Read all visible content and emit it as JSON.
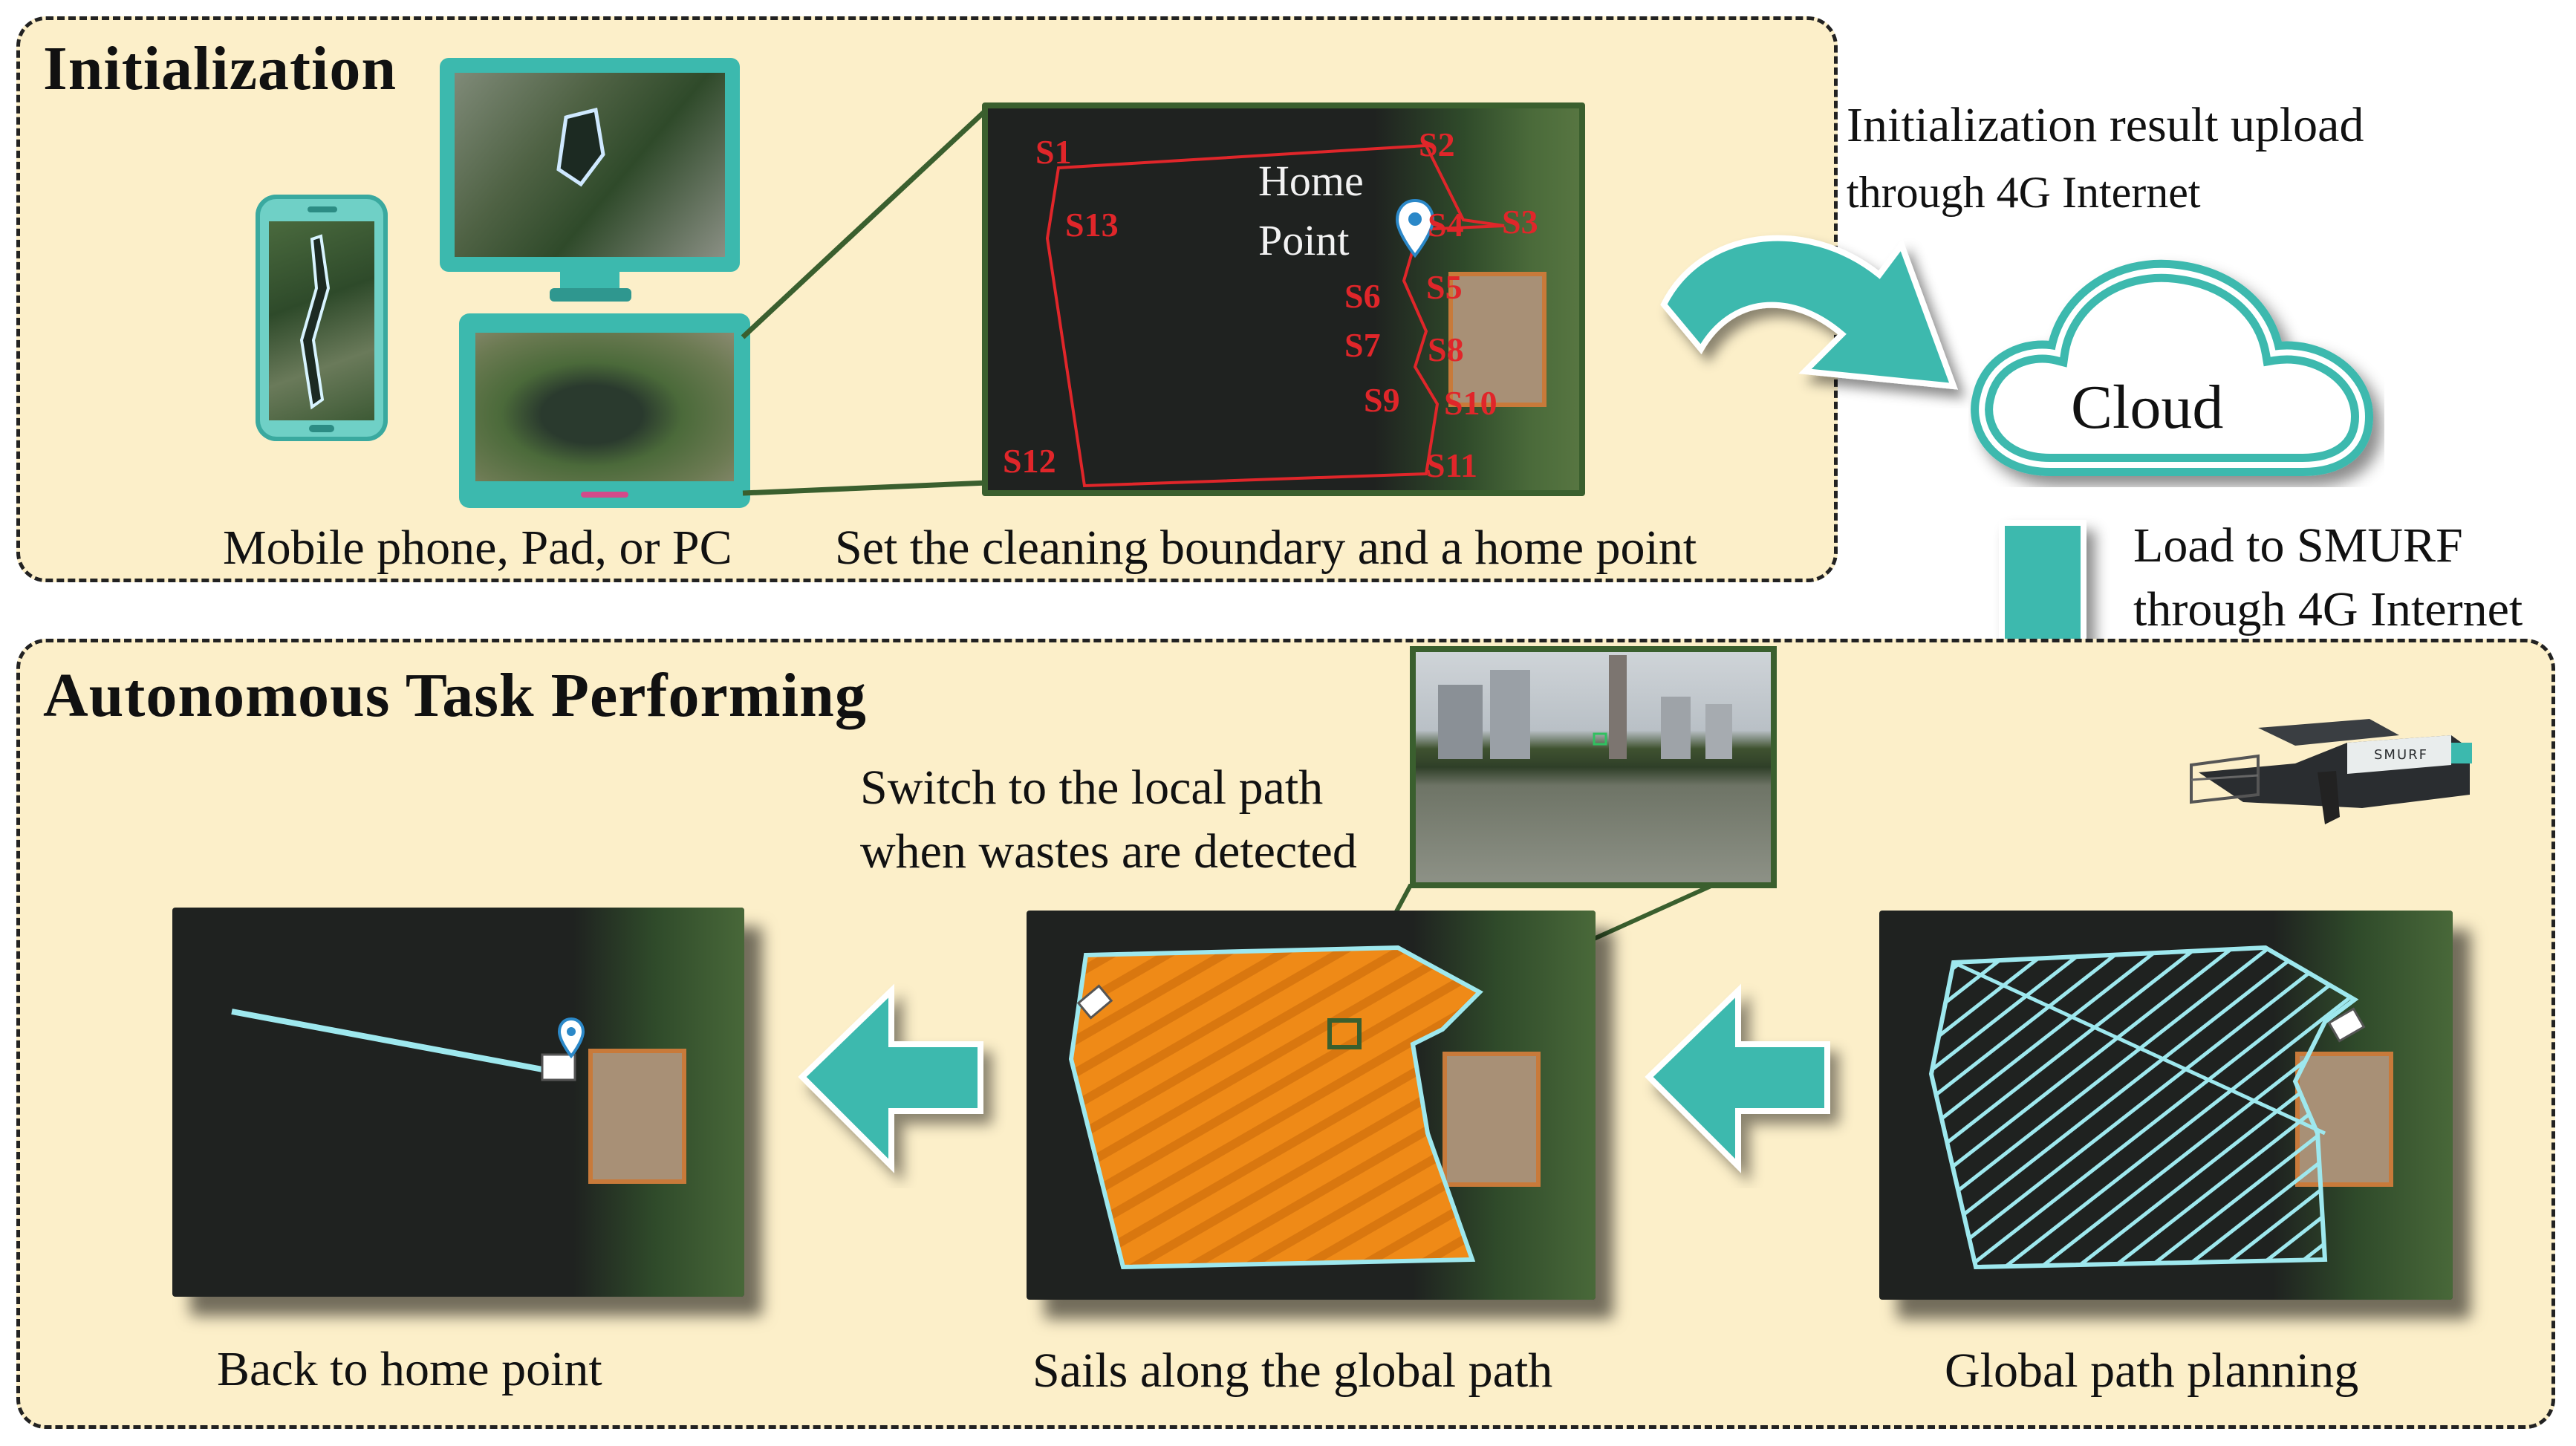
{
  "init": {
    "title": "Initialization",
    "devices_caption": "Mobile phone, Pad, or PC",
    "boundary_caption": "Set the cleaning boundary and a home point",
    "home_point_line1": "Home",
    "home_point_line2": "Point",
    "segments": [
      "S1",
      "S2",
      "S3",
      "S4",
      "S5",
      "S6",
      "S7",
      "S8",
      "S9",
      "S10",
      "S11",
      "S12",
      "S13"
    ]
  },
  "cloud": {
    "label": "Cloud",
    "upload_line1": "Initialization result upload",
    "upload_line2": "through 4G Internet",
    "load_line1": "Load to SMURF",
    "load_line2": "through 4G Internet"
  },
  "task": {
    "title": "Autonomous Task Performing",
    "switch_line1": "Switch to the local path",
    "switch_line2": "when wastes are detected",
    "back_caption": "Back to home point",
    "sails_caption": "Sails along the global path",
    "global_caption": "Global path planning",
    "robot_brand": "SMURF"
  },
  "colors": {
    "panel_bg": "#fcefc9",
    "teal": "#3cb9ae",
    "boundary_red": "#e0262a",
    "path_orange": "#ef8a17",
    "path_cyan": "#9ee8ee",
    "frame_green": "#3a5f2e"
  }
}
